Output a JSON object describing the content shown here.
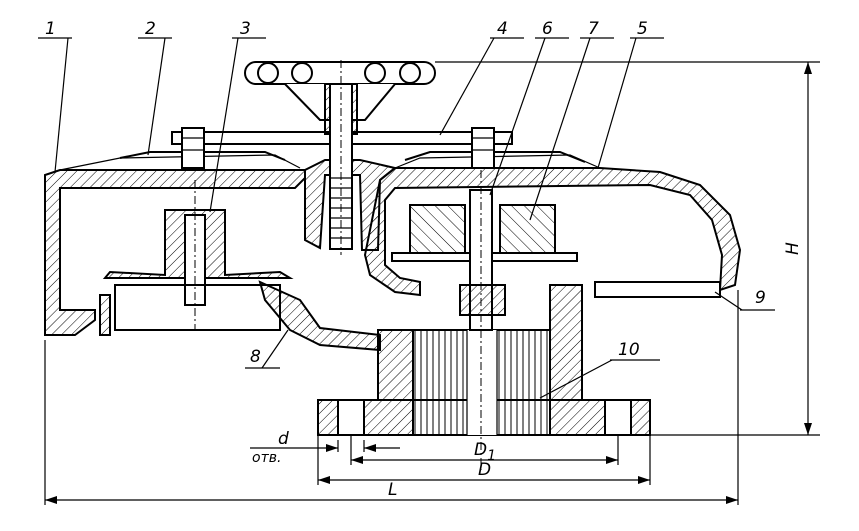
{
  "diagram": {
    "callouts": [
      "1",
      "2",
      "3",
      "4",
      "6",
      "7",
      "5",
      "8",
      "9",
      "10"
    ],
    "dimensions": {
      "height": "H",
      "length": "L",
      "diameter": "D",
      "diameter_inner": "D",
      "diameter_inner_sub": "1",
      "hole_d": "d",
      "hole_note": "отв."
    }
  }
}
